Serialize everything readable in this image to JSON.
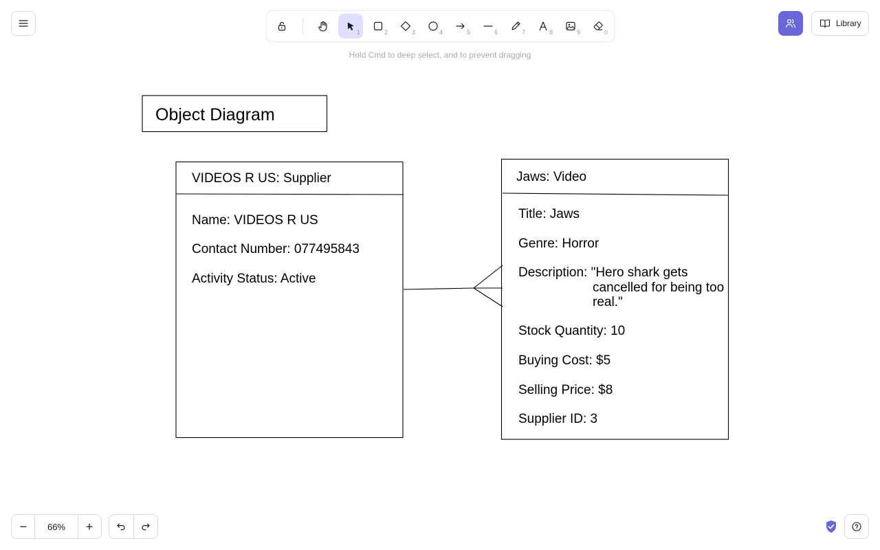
{
  "toolbar": {
    "tools": [
      {
        "name": "lock",
        "key": ""
      },
      {
        "name": "hand",
        "key": ""
      },
      {
        "name": "selection",
        "key": "1"
      },
      {
        "name": "rectangle",
        "key": "2"
      },
      {
        "name": "diamond",
        "key": "3"
      },
      {
        "name": "ellipse",
        "key": "4"
      },
      {
        "name": "arrow",
        "key": "5"
      },
      {
        "name": "line",
        "key": "6"
      },
      {
        "name": "draw",
        "key": "7"
      },
      {
        "name": "text",
        "key": "8"
      },
      {
        "name": "image",
        "key": "9"
      },
      {
        "name": "eraser",
        "key": "0"
      }
    ],
    "active_tool": "selection"
  },
  "hint": "Hold Cmd to deep select, and to prevent dragging",
  "header": {
    "library_label": "Library"
  },
  "zoom": {
    "level": "66%"
  },
  "colors": {
    "accent": "#6965db",
    "active_tool_bg": "#e0dfff"
  },
  "diagram": {
    "title": "Object Diagram",
    "supplier": {
      "header": "VIDEOS R US: Supplier",
      "attributes": [
        "Name: VIDEOS R US",
        "Contact Number: 077495843",
        "Activity Status: Active"
      ]
    },
    "video": {
      "header": "Jaws: Video",
      "title": "Title: Jaws",
      "genre": "Genre: Horror",
      "description_line1": "Description: \"Hero shark gets",
      "description_line2": "cancelled for being too",
      "description_line3": "real.\"",
      "stock": "Stock Quantity: 10",
      "buying_cost": "Buying Cost: $5",
      "selling_price": "Selling Price: $8",
      "supplier_id": "Supplier ID: 3"
    },
    "relationship": "one-to-many (crow's foot at Video)"
  }
}
